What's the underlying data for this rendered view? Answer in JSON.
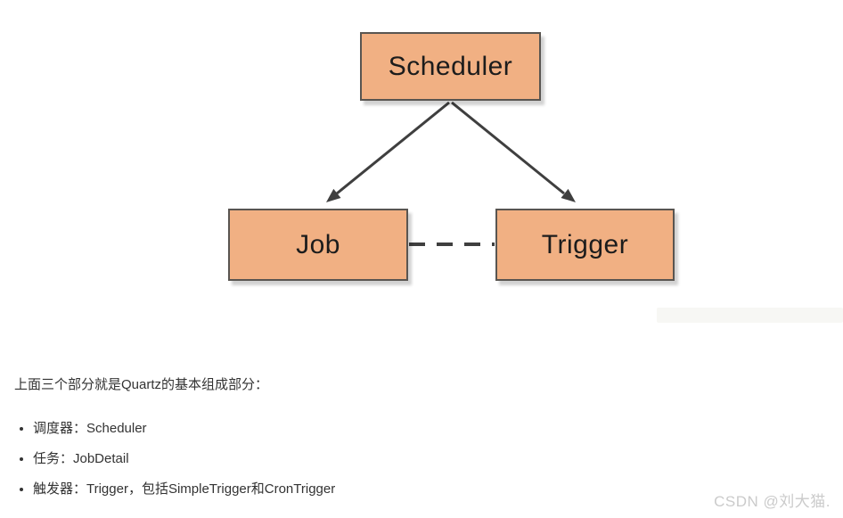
{
  "diagram": {
    "nodes": [
      {
        "id": "scheduler",
        "label": "Scheduler"
      },
      {
        "id": "job",
        "label": "Job"
      },
      {
        "id": "trigger",
        "label": "Trigger"
      }
    ],
    "edges": [
      {
        "from": "scheduler",
        "to": "job",
        "style": "arrow"
      },
      {
        "from": "scheduler",
        "to": "trigger",
        "style": "arrow"
      },
      {
        "from": "job",
        "to": "trigger",
        "style": "dashed"
      }
    ]
  },
  "article": {
    "intro": "上面三个部分就是Quartz的基本组成部分：",
    "bullets": [
      "调度器：Scheduler",
      "任务：JobDetail",
      "触发器：Trigger，包括SimpleTrigger和CronTrigger"
    ]
  },
  "watermark": "CSDN @刘大猫.",
  "colors": {
    "node_fill": "#F1B083",
    "node_border": "#595551",
    "arrow": "#3F3F3F",
    "body_text": "#333333",
    "watermark_text": "#CBCBCB",
    "page_bg": "#FFFFFF"
  }
}
